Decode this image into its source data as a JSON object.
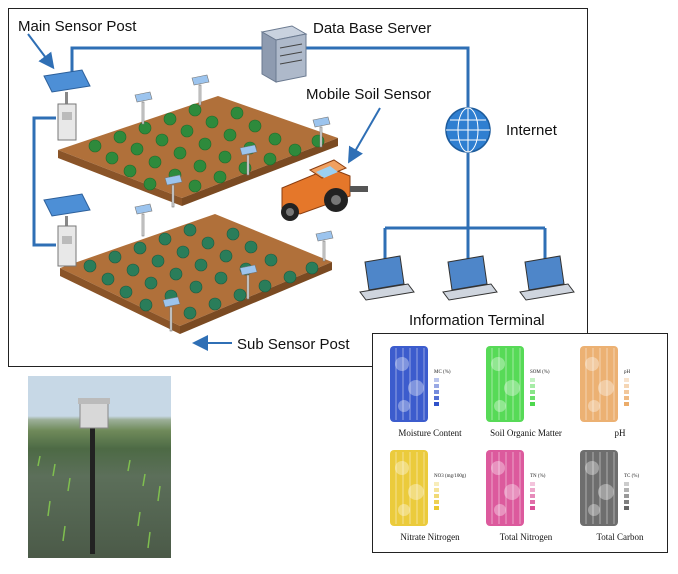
{
  "labels": {
    "main_sensor_post": "Main Sensor Post",
    "database_server": "Data Base Server",
    "mobile_soil_sensor": "Mobile Soil Sensor",
    "internet": "Internet",
    "information_terminal": "Information Terminal",
    "sub_sensor_post": "Sub Sensor Post"
  },
  "maps": [
    {
      "caption": "Moisture Content",
      "legend_title": "MC (%)",
      "color": "#1a3fc4"
    },
    {
      "caption": "Soil Organic Matter",
      "legend_title": "SOM (%)",
      "color": "#3ad43a"
    },
    {
      "caption": "pH",
      "legend_title": "pH",
      "color": "#e9a35a"
    },
    {
      "caption": "Nitrate Nitrogen",
      "legend_title": "NO3 (mg/100g)",
      "color": "#e8c21a"
    },
    {
      "caption": "Total Nitrogen",
      "legend_title": "TN (%)",
      "color": "#d63d8c"
    },
    {
      "caption": "Total Carbon",
      "legend_title": "TC (%)",
      "color": "#555555"
    }
  ],
  "colors": {
    "network_line": "#2f6fb5",
    "frame": "#222222",
    "field_soil": "#b0703a",
    "crop": "#2e8a3c"
  }
}
